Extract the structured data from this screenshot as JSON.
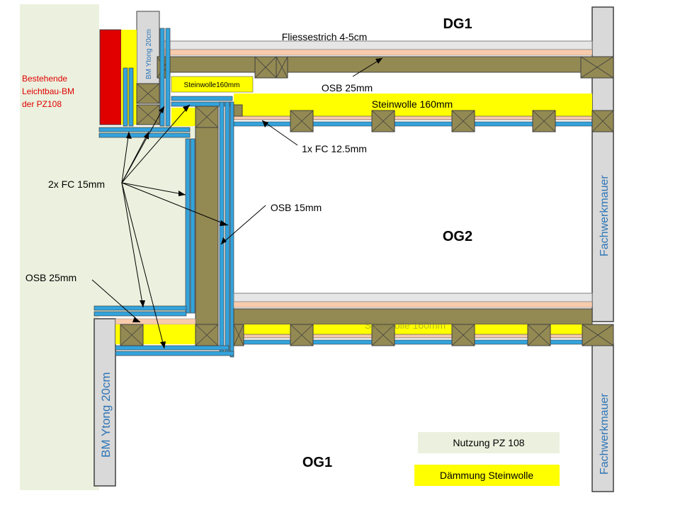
{
  "floors": {
    "dg1": "DG1",
    "og2": "OG2",
    "og1": "OG1"
  },
  "labels": {
    "fliessestrich": "Fliessestrich 4-5cm",
    "osb25_top": "OSB 25mm",
    "steinwolle160_top": "Steinwolle 160mm",
    "steinwolle160_small": "Steinwolle160mm",
    "fc125": "1x FC 12.5mm",
    "osb15": "OSB 15mm",
    "fc15": "2x FC 15mm",
    "osb25_left": "OSB 25mm",
    "steinwolle160_bottom": "Steinwolle 160mm",
    "bm_ytong_top": "BM Ytong  20cm",
    "bm_ytong_bottom": "BM Ytong  20cm",
    "fachwerk_top": "Fachwerkmauer",
    "fachwerk_bottom": "Fachwerkmauer",
    "bestehende_1": "Bestehende",
    "bestehende_2": "Leichtbau-BM",
    "bestehende_3": "der PZ108"
  },
  "legend": {
    "nutzung": "Nutzung PZ 108",
    "daemmung": "Dämmung Steinwolle"
  },
  "colors": {
    "usage_area": "#ebf1de",
    "insulation": "#ffff00",
    "osb": "#8b8456",
    "osb_dark": "#938953",
    "fc": "#33a3dc",
    "screed": "#f8cbad",
    "wall_grey": "#d9d9d9",
    "existing_wall": "#e00000",
    "text_red": "#e00000",
    "text_blue": "#2e75b6"
  }
}
